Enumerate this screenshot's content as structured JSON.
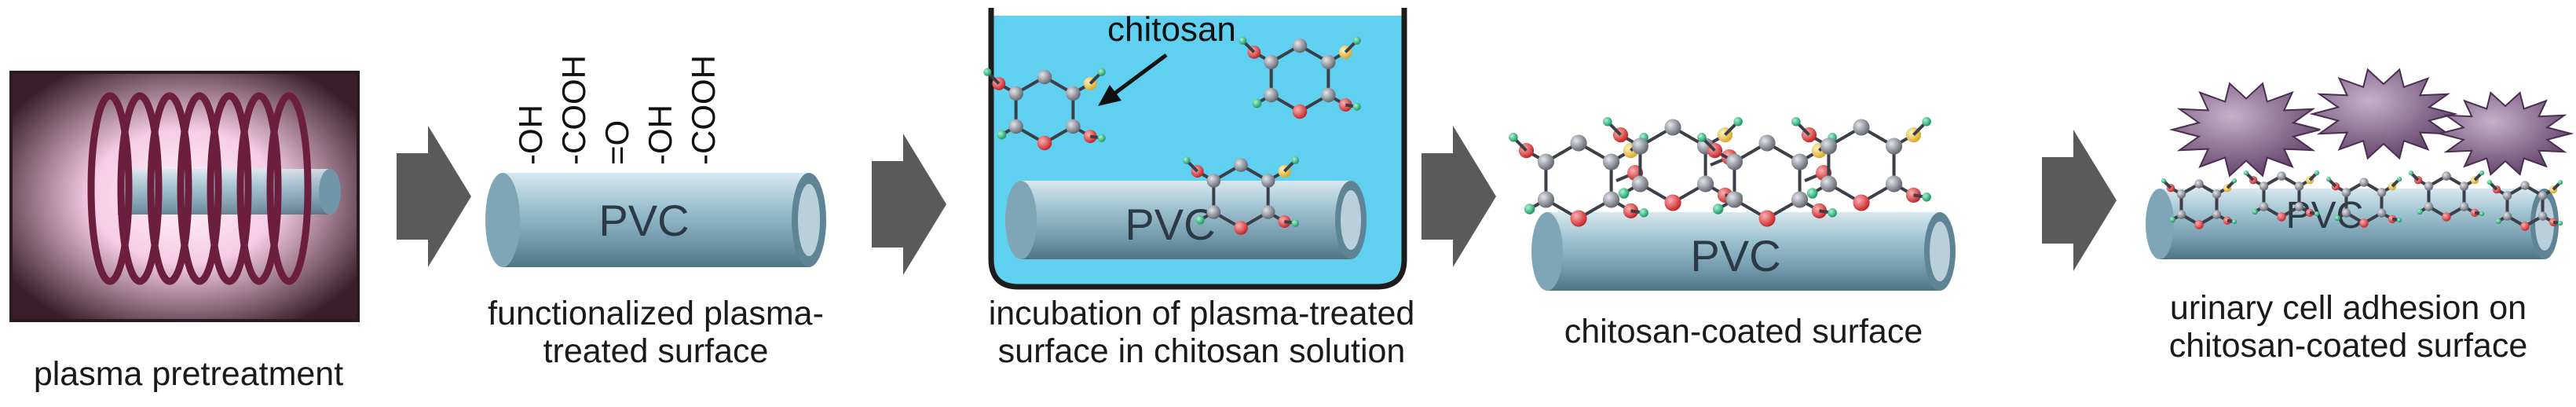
{
  "panels": {
    "plasma": {
      "caption": "plasma pretreatment"
    },
    "functionalized": {
      "caption_line1": "functionalized plasma-",
      "caption_line2": "treated surface",
      "tube_label": "PVC",
      "groups": [
        "-OH",
        "-COOH",
        "=O",
        "-OH",
        "-COOH"
      ]
    },
    "incubation": {
      "caption_line1": "incubation of plasma-treated",
      "caption_line2": "surface in chitosan solution",
      "tube_label": "PVC",
      "pointer_label": "chitosan"
    },
    "coated": {
      "caption": "chitosan-coated surface",
      "tube_label": "PVC"
    },
    "adhesion": {
      "caption_line1": "urinary cell adhesion on",
      "caption_line2": "chitosan-coated surface",
      "tube_label": "PVC"
    }
  },
  "colors": {
    "tube_body": "#8fb4c4",
    "solution": "#5fd0f0",
    "arrow": "#5a5a5a",
    "carbon_atom": "#8a8d96",
    "oxygen_atom": "#e8393a",
    "nitrogen_atom": "#f2c94c",
    "hydrogen_atom": "#36c98a",
    "cell": "#8a6a90"
  }
}
